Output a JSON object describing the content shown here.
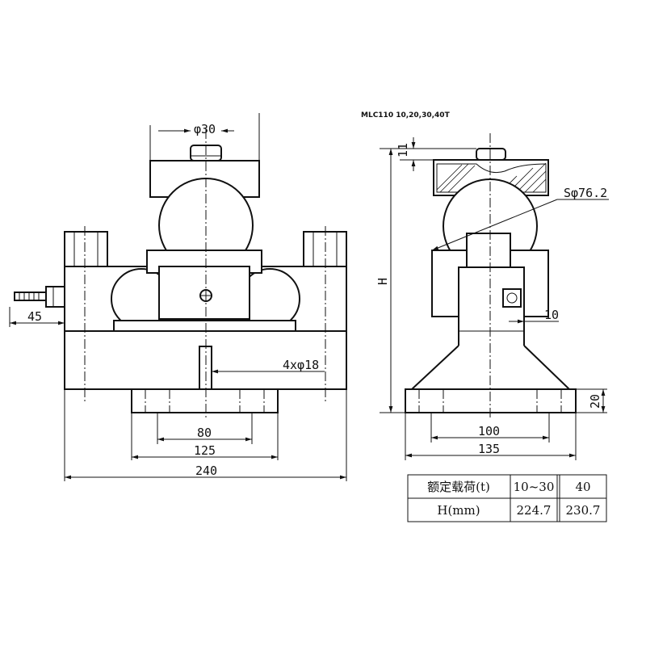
{
  "model": "MLC110 10,20,30,40T",
  "dimensions": {
    "pin_diameter": "φ30",
    "cable_offset": "45",
    "bolt_holes": "4xφ18",
    "hole_spacing": "80",
    "base_inner_width": "125",
    "overall_width": "240",
    "top_thickness": "11",
    "ball_radius": "Sφ76.2",
    "height": "H",
    "nut_offset": "10",
    "side_base_height": "20",
    "side_hole_spacing": "100",
    "side_base_width": "135"
  },
  "spec_table": {
    "rows": [
      [
        "额定载荷(t)",
        "10~30",
        "40"
      ],
      [
        "H(mm)",
        "224.7",
        "230.7"
      ]
    ]
  }
}
